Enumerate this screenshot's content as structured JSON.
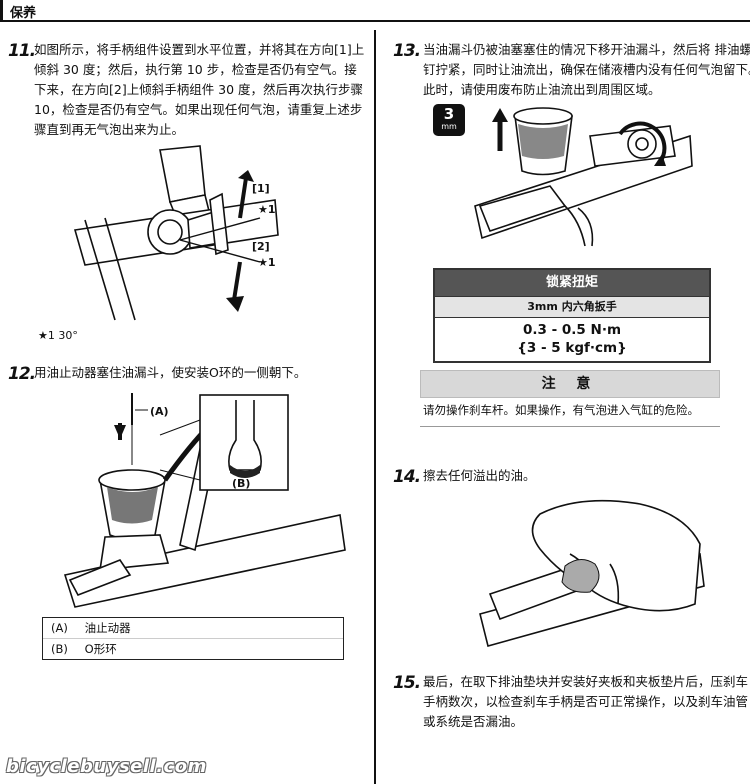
{
  "header": {
    "title": "保养"
  },
  "steps": {
    "s11": {
      "num": "11.",
      "lines": [
        "如图所示，将手柄组件设置到水平位置，并将其在方向[1]上",
        "倾斜 30 度；然后，执行第 10 步，检查是否仍有空气。接",
        "下来，在方向[2]上倾斜手柄组件 30 度，然后再次执行步骤",
        "10，检查是否仍有空气。如果出现任何气泡，请重复上述步",
        "骤直到再无气泡出来为止。"
      ]
    },
    "s12": {
      "num": "12.",
      "lines": [
        "用油止动器塞住油漏斗，使安装O环的一侧朝下。"
      ]
    },
    "s13": {
      "num": "13.",
      "lines": [
        "当油漏斗仍被油塞塞住的情况下移开油漏斗，然后将 排油螺",
        "钉拧紧，同时让油流出，确保在储液槽内没有任何气泡留下。",
        "此时，请使用废布防止油流出到周围区域。"
      ]
    },
    "s14": {
      "num": "14.",
      "lines": [
        "擦去任何溢出的油。"
      ]
    },
    "s15": {
      "num": "15.",
      "lines": [
        "最后，在取下排油垫块并安装好夹板和夹板垫片后，压刹车",
        "手柄数次，以检查刹车手柄是否可正常操作，以及刹车油管",
        "或系统是否漏油。"
      ]
    }
  },
  "fig11": {
    "label1": "[1]",
    "label2": "[2]",
    "star": "★1",
    "note": "★1   30°"
  },
  "fig12": {
    "labelA": "(A)",
    "labelB": "(B)",
    "legend": [
      {
        "key": "(A)",
        "text": "油止动器"
      },
      {
        "key": "(B)",
        "text": "O形环"
      }
    ]
  },
  "tool_badge": {
    "size": "3",
    "unit": "mm"
  },
  "torque": {
    "title": "锁紧扭矩",
    "tool": "3mm  内六角扳手",
    "value": "0.3 - 0.5 N·m",
    "value_alt": "{3 - 5 kgf·cm}"
  },
  "notice": {
    "title": "注 意",
    "text": "请勿操作刹车杆。如果操作，有气泡进入气缸的危险。"
  },
  "watermark": "bicyclebuysell.com"
}
